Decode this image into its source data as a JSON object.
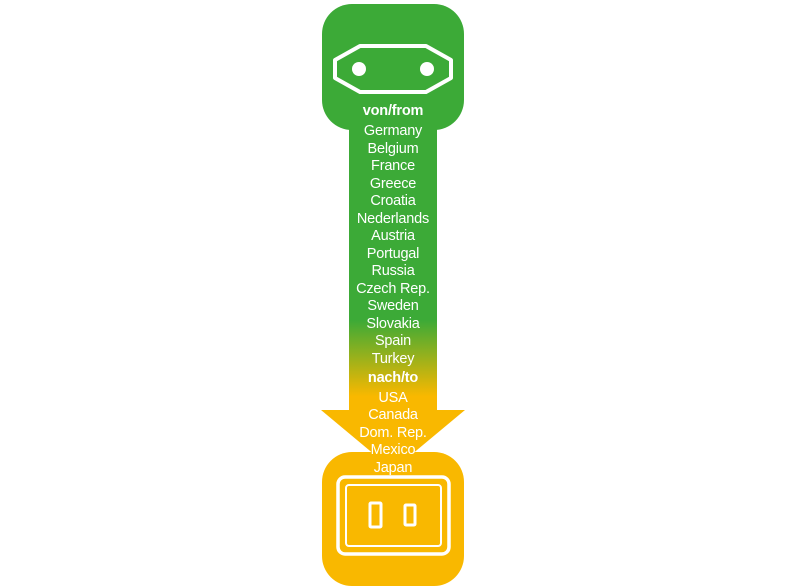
{
  "colors": {
    "green": "#3caa37",
    "yellow": "#f9b800",
    "text": "#ffffff"
  },
  "icons": {
    "top": "europlug-socket-icon",
    "bottom": "us-type-a-socket-icon",
    "arrow": "down-arrow-icon"
  },
  "from": {
    "heading": "von/from",
    "countries": [
      "Germany",
      "Belgium",
      "France",
      "Greece",
      "Croatia",
      "Nederlands",
      "Austria",
      "Portugal",
      "Russia",
      "Czech Rep.",
      "Sweden",
      "Slovakia",
      "Spain",
      "Turkey"
    ]
  },
  "to": {
    "heading": "nach/to",
    "countries": [
      "USA",
      "Canada",
      "Dom. Rep.",
      "Mexico",
      "Japan"
    ]
  }
}
